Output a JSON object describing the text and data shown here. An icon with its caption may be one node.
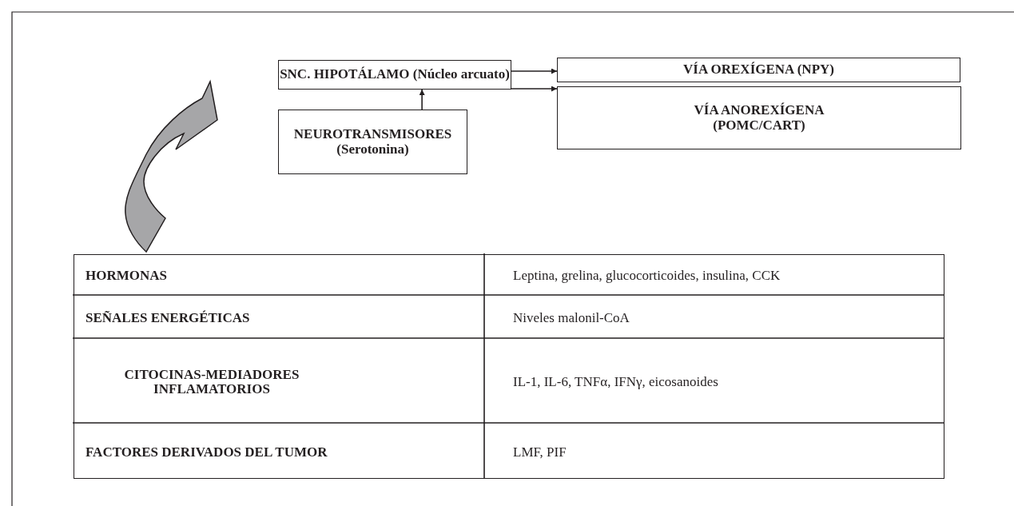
{
  "diagram": {
    "nodes": [
      {
        "text": [
          "SNC. HIPOTÁLAMO (Núcleo arcuato)"
        ]
      },
      {
        "text": [
          "VÍA OREXÍGENA (NPY)"
        ]
      },
      {
        "text": [
          "VÍA ANOREXÍGENA (POMC/CART)"
        ]
      },
      {
        "text": [
          "NEUROTRANSMISORES (Serotonina)"
        ]
      },
      {
        "text": [],
        "shape": "box"
      }
    ],
    "edges": [
      {
        "from": 0,
        "to": 1,
        "arrow": "to"
      },
      {
        "from": 0,
        "to": 2,
        "arrow": "to"
      },
      {
        "from": 3,
        "to": 0,
        "arrow": "to"
      },
      {
        "from": 4,
        "to": 0,
        "arrow": "to",
        "style": "thick",
        "color": "#a6a6a8"
      }
    ],
    "labels": [
      "HORMONAS",
      "Leptina, grelina, glucocorticoides, insulina, CCK",
      "SEÑALES ENERGÉTICAS",
      "Niveles malonil-CoA",
      "CITOCINAS-MEDIADORES INFLAMATORIOS",
      "IL-1, IL-6, TNFα, IFNγ, eicosanoides",
      "FACTORES DERIVADOS DEL TUMOR",
      "LMF, PIF"
    ]
  }
}
